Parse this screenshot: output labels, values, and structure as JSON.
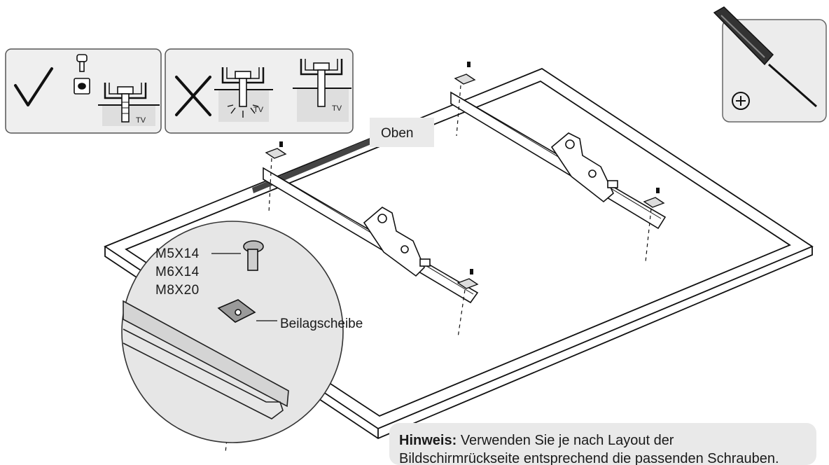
{
  "panel_ok": {
    "tv": "TV"
  },
  "panel_bad": {
    "tv1": "TV",
    "tv2": "TV"
  },
  "top_label": "Oben",
  "screw_sizes": [
    "M5X14",
    "M6X14",
    "M8X20"
  ],
  "washer_label": "Beilagscheibe",
  "note": {
    "heading": "Hinweis:",
    "text": "Verwenden Sie je nach Layout der",
    "text2": "Bildschirmrückseite entsprechend die passenden Schrauben."
  },
  "colors": {
    "line": "#1a1a1a",
    "panel_bg": "#eeeeee",
    "note_bg": "#e9e9e9"
  },
  "icons": [
    "check-icon",
    "cross-icon",
    "screwdriver-icon",
    "phillips-icon"
  ]
}
